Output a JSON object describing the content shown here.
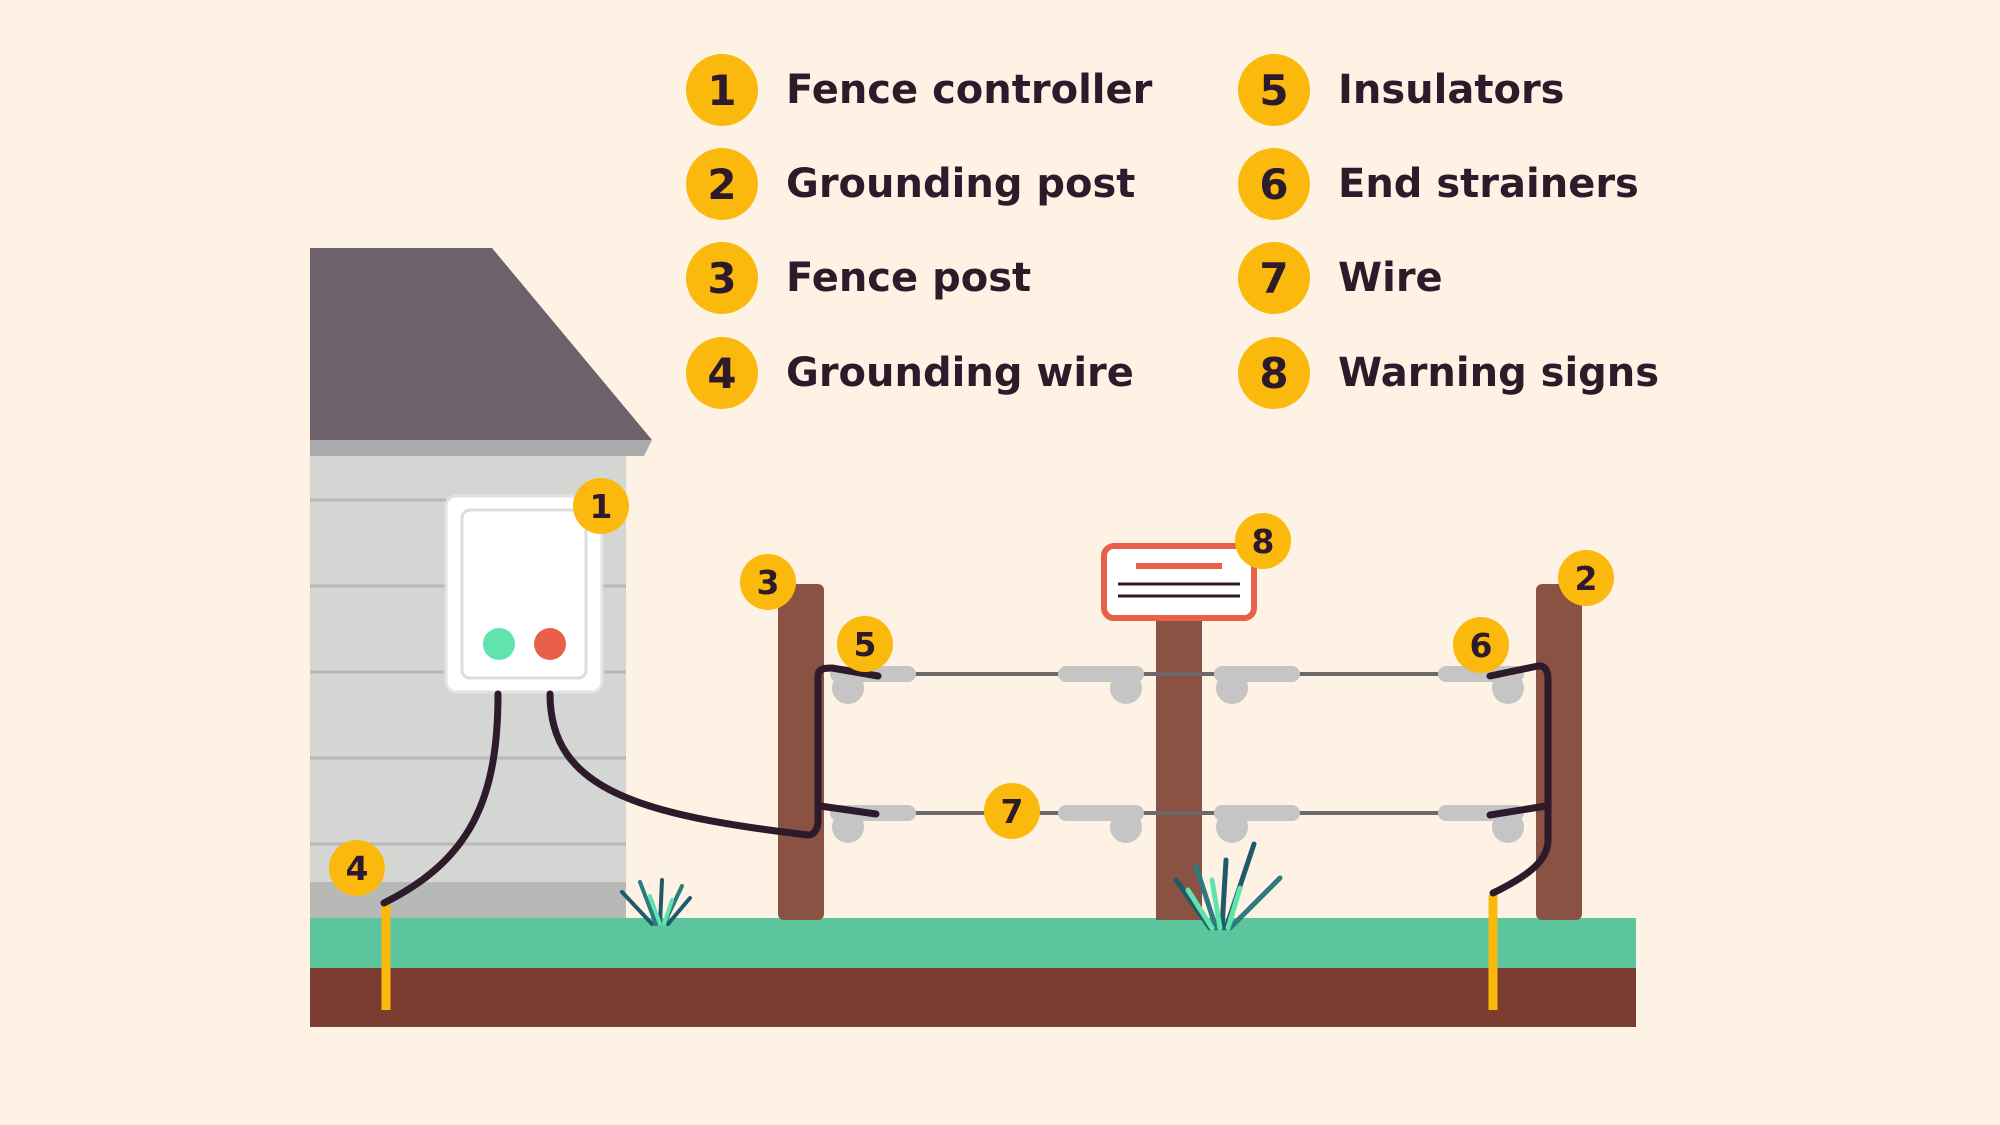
{
  "legend": [
    {
      "number": "1",
      "label": "Fence controller"
    },
    {
      "number": "2",
      "label": "Grounding post"
    },
    {
      "number": "3",
      "label": "Fence post"
    },
    {
      "number": "4",
      "label": "Grounding wire"
    },
    {
      "number": "5",
      "label": "Insulators"
    },
    {
      "number": "6",
      "label": "End strainers"
    },
    {
      "number": "7",
      "label": "Wire"
    },
    {
      "number": "8",
      "label": "Warning signs"
    }
  ],
  "colors": {
    "background": "#fdf2e3",
    "badge": "#fbb90e",
    "text": "#2d1a2b",
    "roof": "#6e616c",
    "siding": "#d4d6d4",
    "post": "#8a5242",
    "ground_grass": "#5cc59e",
    "ground_soil": "#7a3d2f",
    "wire": "#2d1a2b",
    "fence_wire": "#6f6868",
    "insulator": "#c5c5c5",
    "sign_border": "#e8604a",
    "led_green": "#62e3ad",
    "led_red": "#e8604a"
  },
  "icons": {
    "controller": "fence-controller-box",
    "grass": "grass-tuft"
  }
}
